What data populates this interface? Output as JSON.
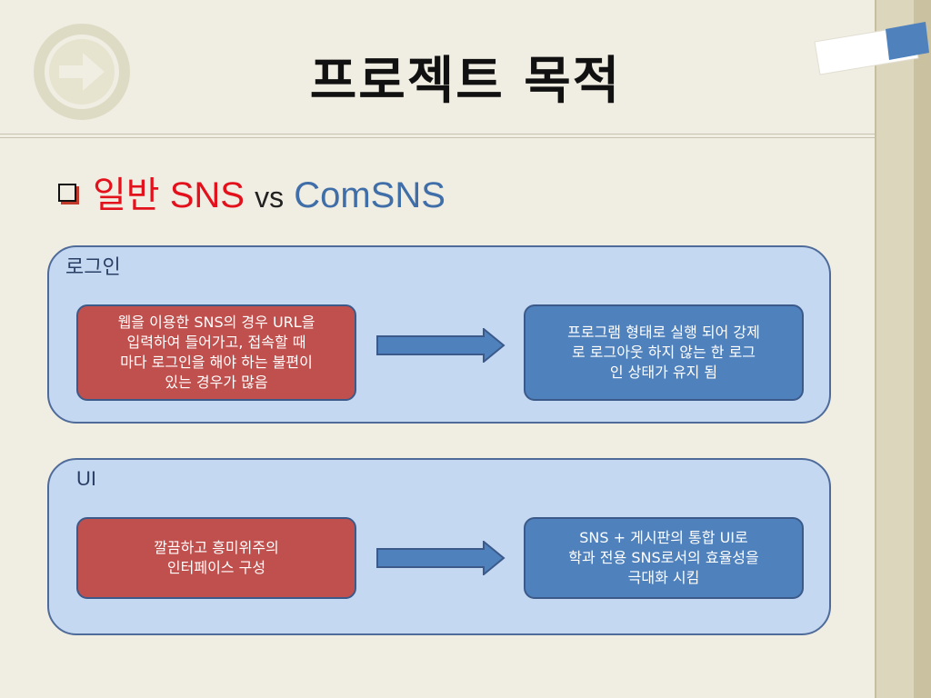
{
  "slide": {
    "title": "프로젝트 목적",
    "subtitle": {
      "part1": "일반 SNS",
      "part2": "vs",
      "part3": "ComSNS"
    }
  },
  "panels": [
    {
      "label": "로그인",
      "left_box": "웹을 이용한 SNS의 경우 URL을\n입력하여 들어가고, 접속할 때\n마다 로그인을 해야 하는 불편이\n있는 경우가 많음",
      "right_box": "프로그램 형태로 실행 되어 강제\n로 로그아웃 하지 않는 한 로그\n인 상태가 유지 됨"
    },
    {
      "label": "UI",
      "left_box": "깔끔하고 흥미위주의\n인터페이스 구성",
      "right_box": "SNS + 게시판의 통합 UI로\n학과 전용 SNS로서의 효율성을\n극대화 시킴"
    }
  ],
  "colors": {
    "background": "#f0ede2",
    "panel_fill": "#c5d8f1",
    "red_box": "#c0504d",
    "blue_box": "#4f81bd",
    "subtitle_red": "#e3111c",
    "subtitle_blue": "#3f6ea8"
  },
  "icons": {
    "logo": "arrow-right-circle-icon",
    "bullet": "square-bullet-icon",
    "arrow": "right-arrow-icon"
  }
}
